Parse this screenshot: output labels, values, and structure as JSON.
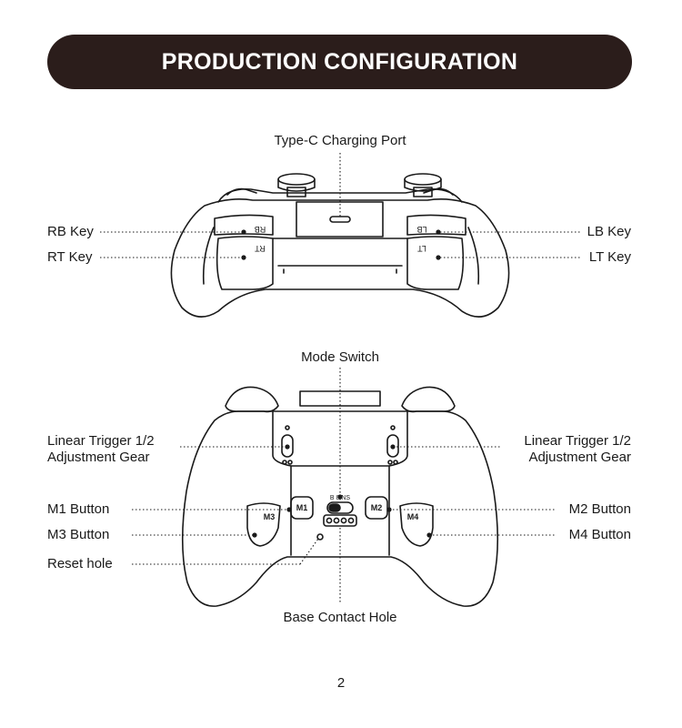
{
  "header": {
    "title": "PRODUCTION CONFIGURATION"
  },
  "top_view": {
    "charging_port": "Type-C Charging Port",
    "rb_key": "RB Key",
    "rt_key": "RT Key",
    "lb_key": "LB Key",
    "lt_key": "LT Key",
    "body_marks": {
      "rb": "RB",
      "rt": "RT",
      "lb": "LB",
      "lt": "LT"
    }
  },
  "back_view": {
    "mode_switch": "Mode Switch",
    "trigger_left_1": "Linear Trigger 1/2",
    "trigger_left_2": "Adjustment Gear",
    "trigger_right_1": "Linear Trigger 1/2",
    "trigger_right_2": "Adjustment Gear",
    "m1_button": "M1 Button",
    "m3_button": "M3 Button",
    "m2_button": "M2 Button",
    "m4_button": "M4 Button",
    "reset_hole": "Reset hole",
    "base_contact_hole": "Base Contact Hole",
    "body_marks": {
      "m1": "M1",
      "m2": "M2",
      "m3": "M3",
      "m4": "M4",
      "switch_marks": "B 8 NS"
    }
  },
  "footer": {
    "page_number": "2"
  }
}
